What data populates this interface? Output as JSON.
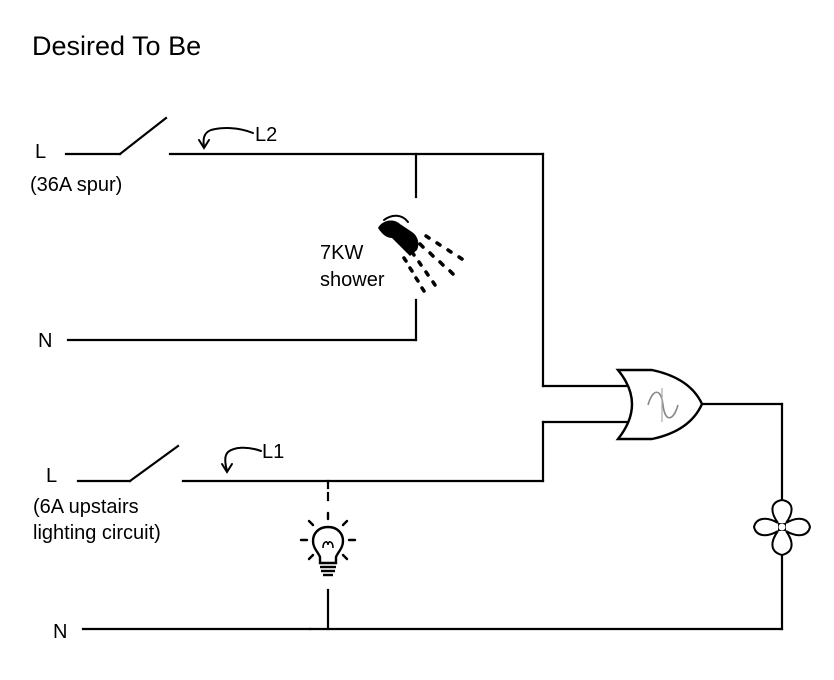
{
  "title": "Desired To Be",
  "circuit1": {
    "live_label": "L",
    "live_note": "(36A spur)",
    "neutral_label": "N",
    "arrow_label": "L2",
    "load_line1": "7KW",
    "load_line2": "shower",
    "load_icon": "shower-icon"
  },
  "circuit2": {
    "live_label": "L",
    "live_note_line1": "(6A upstairs",
    "live_note_line2": "lighting circuit)",
    "neutral_label": "N",
    "arrow_label": "L1",
    "load_icon": "light-bulb-icon"
  },
  "components": {
    "gate_icon": "or-gate-icon",
    "gate_inner_symbol": "sine-wave-icon",
    "output_icon": "fan-icon"
  }
}
